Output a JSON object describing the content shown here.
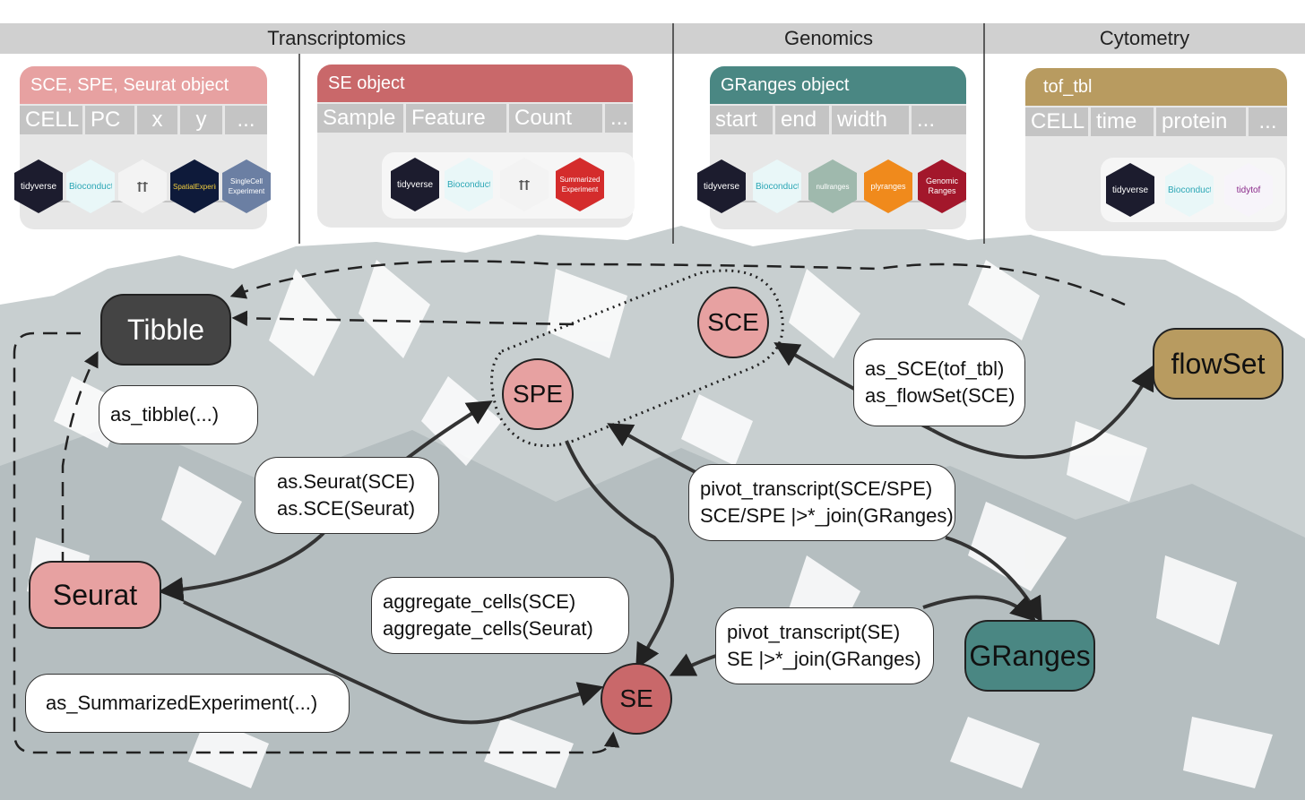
{
  "sections": [
    {
      "label": "Transcriptomics"
    },
    {
      "label": "Genomics"
    },
    {
      "label": "Cytometry"
    }
  ],
  "cards": [
    {
      "title": "SCE, SPE, Seurat object",
      "columns": [
        "CELL",
        "PC",
        "x",
        "y",
        "..."
      ],
      "title_color": "#e7a1a1",
      "logos": [
        "tidyverse",
        "Bioconductor",
        "tt",
        "SpatialExperiment",
        "SingleCell Experiment"
      ]
    },
    {
      "title": "SE object",
      "columns": [
        "Sample",
        "Feature",
        "Count",
        "..."
      ],
      "title_color": "#c9686a",
      "logos": [
        "tidyverse",
        "Bioconductor",
        "tt",
        "Summarized Experiment"
      ]
    },
    {
      "title": "GRanges object",
      "columns": [
        "start",
        "end",
        "width",
        "..."
      ],
      "title_color": "#4a8783",
      "logos": [
        "tidyverse",
        "Bioconductor",
        "nullranges",
        "plyranges",
        "Genomic Ranges"
      ]
    },
    {
      "title": "tof_tbl",
      "columns": [
        "CELL",
        "time",
        "protein",
        "..."
      ],
      "title_color": "#b89b60",
      "logos": [
        "tidyverse",
        "Bioconductor",
        "tidytof"
      ]
    }
  ],
  "nodes": {
    "tibble": {
      "label": "Tibble",
      "color": "#444444"
    },
    "sce": {
      "label": "SCE",
      "color": "#e7a1a1"
    },
    "spe": {
      "label": "SPE",
      "color": "#e7a1a1"
    },
    "flowset": {
      "label": "flowSet",
      "color": "#b89b60"
    },
    "seurat": {
      "label": "Seurat",
      "color": "#e7a1a1"
    },
    "granges": {
      "label": "GRanges",
      "color": "#4a8783"
    },
    "se": {
      "label": "SE",
      "color": "#c9686a"
    }
  },
  "labels": {
    "as_tibble": [
      "as_tibble(...)"
    ],
    "seurat_conv": [
      "as.Seurat(SCE)",
      "as.SCE(Seurat)"
    ],
    "aggregate": [
      "aggregate_cells(SCE)",
      "aggregate_cells(Seurat)"
    ],
    "summarized": [
      "as_SummarizedExperiment(...)"
    ],
    "flow_conv": [
      "as_SCE(tof_tbl)",
      "as_flowSet(SCE)"
    ],
    "pivot_sce": [
      "pivot_transcript(SCE/SPE)",
      "SCE/SPE |>*_join(GRanges)"
    ],
    "pivot_se": [
      "pivot_transcript(SE)",
      "SE |>*_join(GRanges)"
    ]
  }
}
